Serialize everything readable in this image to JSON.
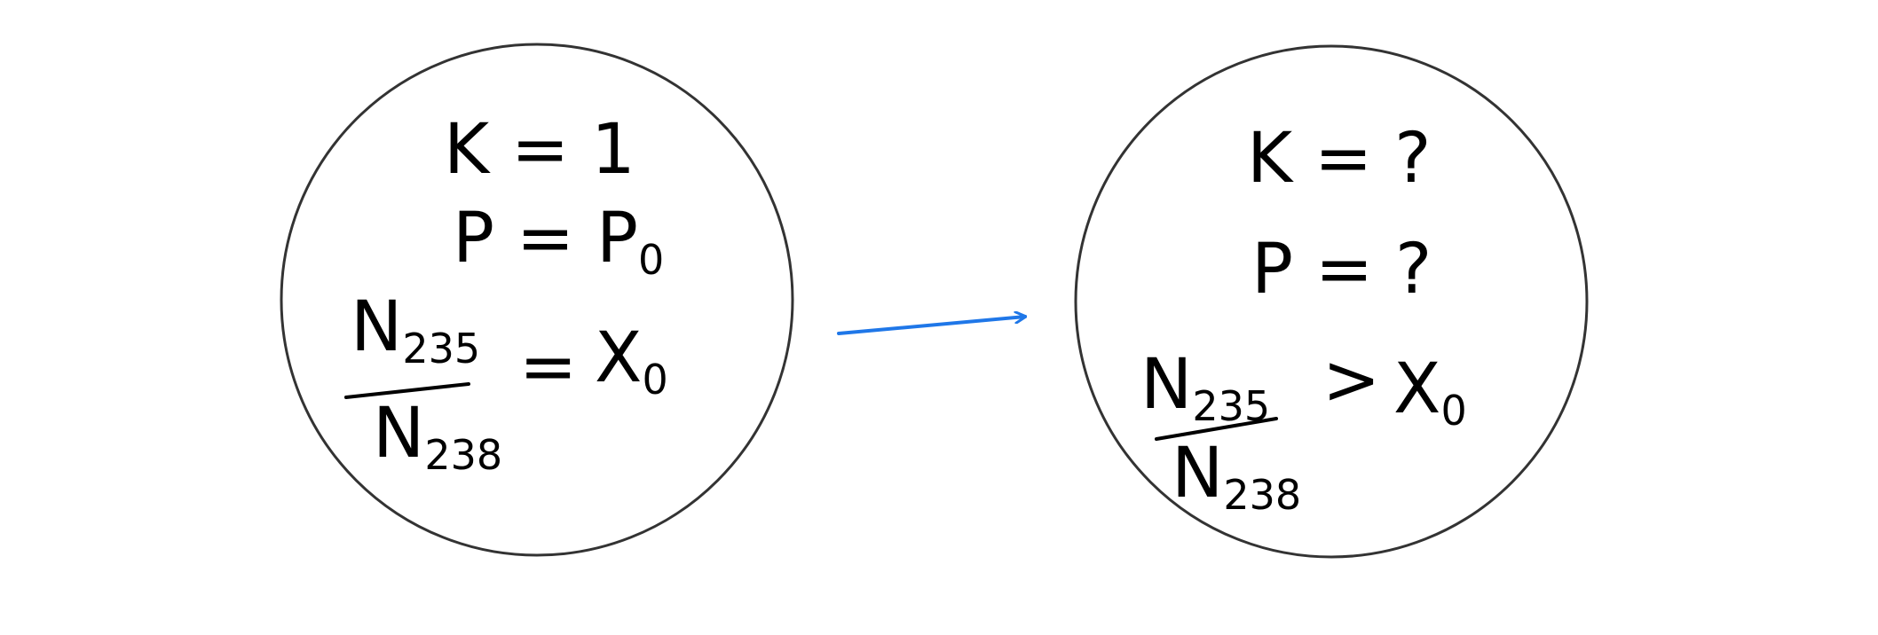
{
  "colors": {
    "ink": "#000000",
    "circle_stroke": "#333333",
    "arrow": "#1f77e8"
  },
  "initial_state": {
    "k_label": "K = 1",
    "p_label": "P = P",
    "p_subscript": "0",
    "n_top": "N",
    "n_top_subscript": "235",
    "n_bottom": "N",
    "n_bottom_subscript": "238",
    "relation": "=",
    "x_label": "X",
    "x_subscript": "0"
  },
  "final_state": {
    "k_label": "K = ?",
    "p_label": "P = ?",
    "n_top": "N",
    "n_top_subscript": "235",
    "n_bottom": "N",
    "n_bottom_subscript": "238",
    "relation": ">",
    "x_label": "X",
    "x_subscript": "0"
  }
}
